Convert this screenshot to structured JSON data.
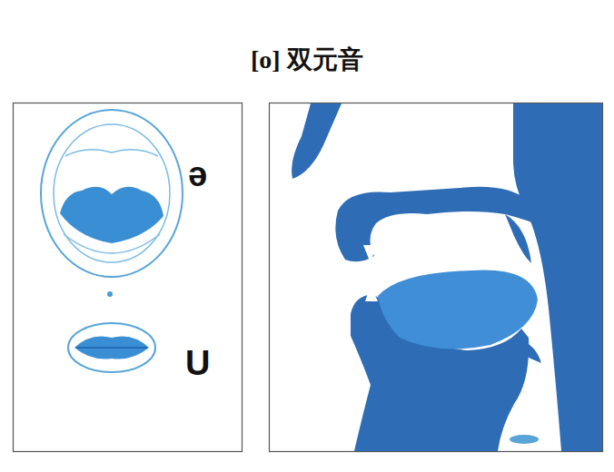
{
  "diagram": {
    "title": "[o] 双元音",
    "labels": [
      "ə",
      "U"
    ]
  }
}
